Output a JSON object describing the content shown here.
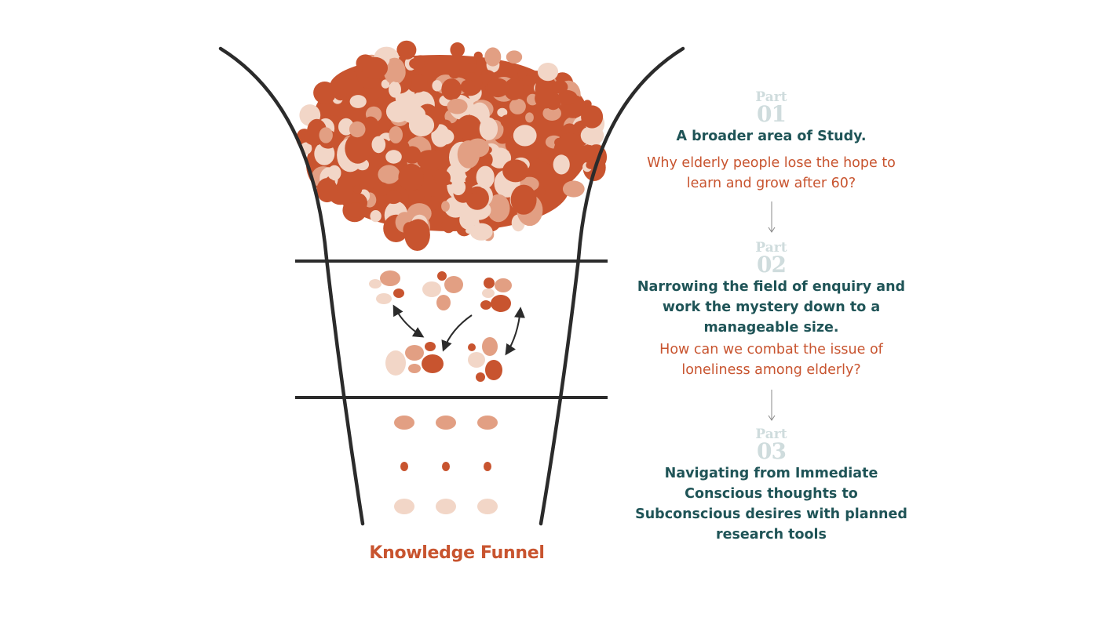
{
  "diagram": {
    "caption": "Knowledge Funnel",
    "colors": {
      "dark": "#c8542f",
      "medium": "#e29f83",
      "light": "#f2d6c7",
      "stroke": "#2b2b2b",
      "heading": "#1f5457",
      "part_label": "#cfdcdd"
    }
  },
  "parts": [
    {
      "label": "Part",
      "number": "01",
      "heading": "A broader area of Study.",
      "question": "Why elderly people lose the hope to learn and grow after 60?"
    },
    {
      "label": "Part",
      "number": "02",
      "heading": "Narrowing the field of enquiry and work the mystery down to a manageable size.",
      "question": "How can we combat the issue of loneliness among elderly?"
    },
    {
      "label": "Part",
      "number": "03",
      "heading": "Navigating from Immediate Conscious thoughts to Subconscious desires with planned research tools",
      "question": ""
    }
  ]
}
